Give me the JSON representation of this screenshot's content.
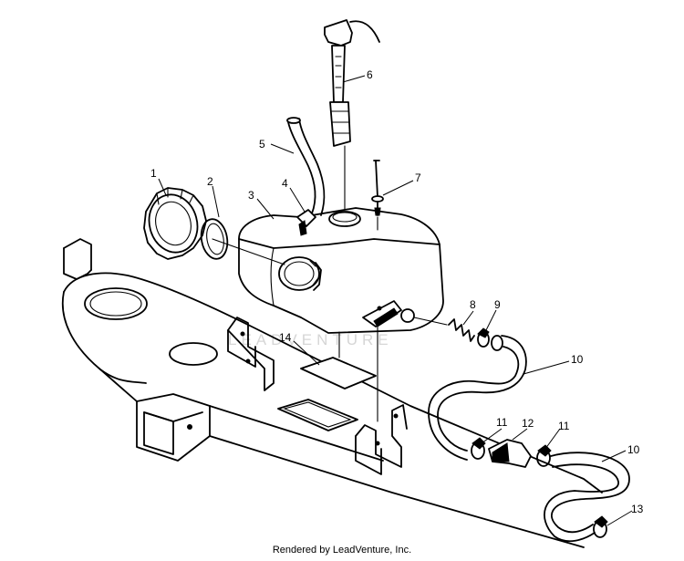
{
  "diagram": {
    "callouts": [
      {
        "id": "c1",
        "text": "1"
      },
      {
        "id": "c2",
        "text": "2"
      },
      {
        "id": "c3",
        "text": "3"
      },
      {
        "id": "c4",
        "text": "4"
      },
      {
        "id": "c5",
        "text": "5"
      },
      {
        "id": "c6",
        "text": "6"
      },
      {
        "id": "c7",
        "text": "7"
      },
      {
        "id": "c8",
        "text": "8"
      },
      {
        "id": "c9",
        "text": "9"
      },
      {
        "id": "c10a",
        "text": "10"
      },
      {
        "id": "c10b",
        "text": "10"
      },
      {
        "id": "c11a",
        "text": "11"
      },
      {
        "id": "c11b",
        "text": "11"
      },
      {
        "id": "c12",
        "text": "12"
      },
      {
        "id": "c13",
        "text": "13"
      },
      {
        "id": "c14",
        "text": "14"
      }
    ],
    "watermark_text": "LEADVENTURE",
    "credit": "Rendered by LeadVenture, Inc."
  }
}
